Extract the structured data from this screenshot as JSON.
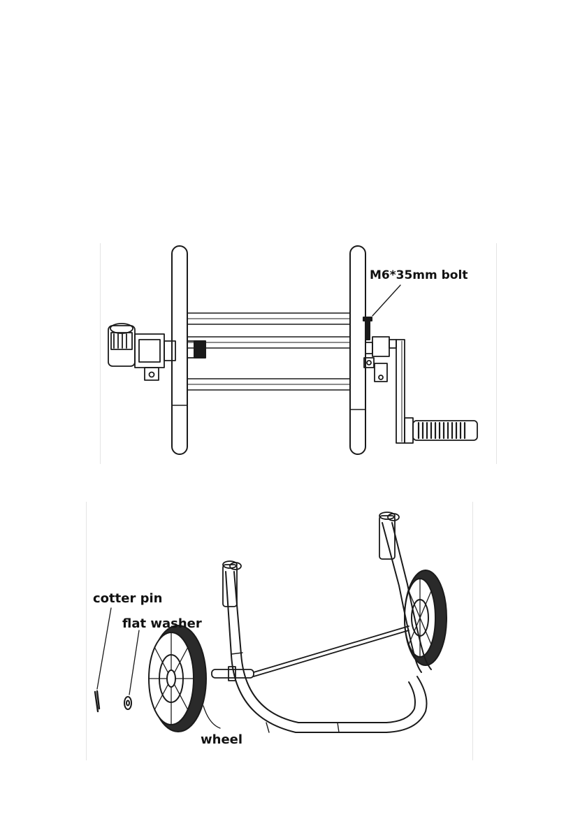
{
  "figures": {
    "reel": {
      "labels": {
        "bolt": "M6*35mm bolt"
      }
    },
    "cart": {
      "labels": {
        "cotter_pin": "cotter pin",
        "flat_washer": "flat washer",
        "wheel": "wheel"
      }
    }
  }
}
